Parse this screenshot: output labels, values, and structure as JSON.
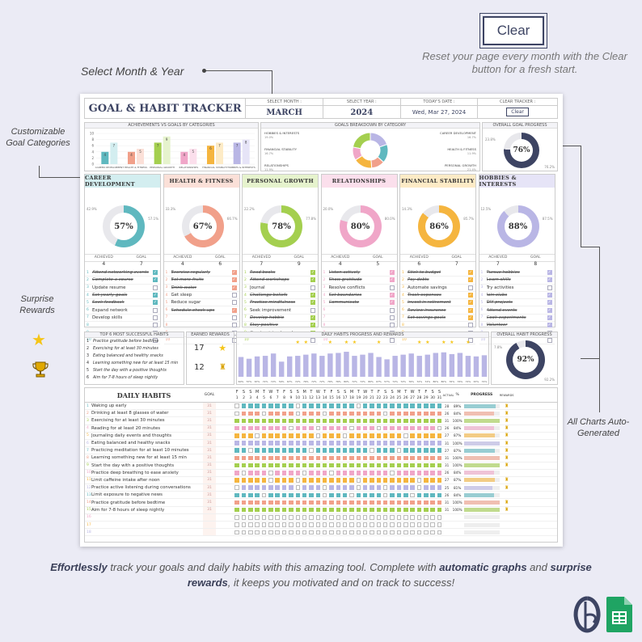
{
  "annotations": {
    "clear_button": "Clear",
    "reset_text": "Reset your page every month with the Clear button for a fresh start.",
    "select_text": "Select Month & Year",
    "custom_text": "Customizable Goal Categories",
    "surprise_text": "Surprise Rewards",
    "auto_text": "All Charts Auto-Generated",
    "tagline_1": "Effortlessly",
    "tagline_2": " track your goals and daily habits with this amazing tool. Complete with ",
    "tagline_3": "automatic graphs",
    "tagline_4": " and ",
    "tagline_5": "surprise rewards",
    "tagline_6": ", it keeps you motivated and on track to success!"
  },
  "header": {
    "title": "GOAL & HABIT TRACKER",
    "month_label": "SELECT MONTH :",
    "month": "MARCH",
    "year_label": "SELECT YEAR :",
    "year": "2024",
    "date_label": "TODAY'S DATE :",
    "date": "Wed, Mar 27, 2024",
    "clear_label": "CLEAR TRACKER :",
    "clear_btn": "Clear"
  },
  "sections": {
    "ach_vs_goals": "ACHIEVEMENTS VS GOALS BY CATEGORIES",
    "breakdown": "GOALS BREAKDOWN BY CATEGORY",
    "overall_goal": "OVERALL GOAL PROGRESS",
    "top6": "TOP 6 MOST SUCCESSFUL HABITS",
    "earned": "EARNED REWARDS",
    "daily_progress": "DAILY HABITS PROGRESS AND REWARDS",
    "overall_habit": "OVERALL HABIT PROGRESS",
    "daily_habits": "DAILY HABITS",
    "goal_col": "GOAL",
    "actual_col": "ACTUAL",
    "pct_col": "%",
    "progress_col": "PROGRESS",
    "rewards_col": "REWARDS"
  },
  "chart_data": {
    "type": "bar",
    "categories": [
      "CAREER DEVELOPMENT",
      "HEALTH & FITNESS",
      "PERSONAL GROWTH",
      "RELATIONSHIPS",
      "FINANCIAL STABILITY",
      "HOBBIES & INTERESTS"
    ],
    "series": [
      {
        "values": [
          4,
          4,
          7,
          4,
          6,
          7
        ]
      },
      {
        "values": [
          7,
          5,
          9,
          5,
          7,
          8
        ]
      }
    ],
    "ylim": [
      0,
      10
    ],
    "yticks": [
      "10",
      "8",
      "6",
      "4",
      "2",
      "0"
    ]
  },
  "breakdown_labels": [
    {
      "name": "HOBBIES & INTERESTS",
      "pct": "19.0%"
    },
    {
      "name": "CAREER DEVELOPMENT",
      "pct": "16.7%"
    },
    {
      "name": "HEALTH & FITNESS",
      "pct": "11.9%"
    },
    {
      "name": "FINANCIAL STABILITY",
      "pct": "16.7%"
    },
    {
      "name": "RELATIONSHIPS",
      "pct": "11.9%"
    },
    {
      "name": "PERSONAL GROWTH",
      "pct": "21.4%"
    }
  ],
  "overall_goal": {
    "value": "76%",
    "left": "23.8%",
    "right": "76.2%"
  },
  "categories": [
    {
      "name": "CAREER DEVELOPMENT",
      "color": "#5fb8bf",
      "head": "#d3eef0",
      "pct": "57%",
      "p": 0.57,
      "l": "42.9%",
      "r": "57.1%",
      "achieved": "4",
      "goal": "7",
      "achLabel": "ACHIEVED",
      "goalLabel": "GOAL",
      "items": [
        {
          "t": "Attend networking events",
          "d": true
        },
        {
          "t": "Complete a course",
          "d": true
        },
        {
          "t": "Update resume",
          "d": false
        },
        {
          "t": "Set yearly goals",
          "d": true
        },
        {
          "t": "Seek feedback",
          "d": true
        },
        {
          "t": "Expand network",
          "d": false
        },
        {
          "t": "Develop skills",
          "d": false
        },
        {
          "t": "",
          "d": false
        },
        {
          "t": "",
          "d": false
        },
        {
          "t": "",
          "d": false
        }
      ]
    },
    {
      "name": "HEALTH & FITNESS",
      "color": "#f1a08a",
      "head": "#fbe0d8",
      "pct": "67%",
      "p": 0.67,
      "l": "33.3%",
      "r": "66.7%",
      "achieved": "4",
      "goal": "6",
      "achLabel": "ACHIEVED",
      "goalLabel": "GOAL",
      "items": [
        {
          "t": "Exercise regularly",
          "d": true
        },
        {
          "t": "Eat more fruits",
          "d": true
        },
        {
          "t": "Drink water",
          "d": true
        },
        {
          "t": "Get sleep",
          "d": false
        },
        {
          "t": "Reduce sugar",
          "d": false
        },
        {
          "t": "Schedule check-ups",
          "d": true
        },
        {
          "t": "",
          "d": false
        },
        {
          "t": "",
          "d": false
        },
        {
          "t": "",
          "d": false
        },
        {
          "t": "",
          "d": false
        }
      ]
    },
    {
      "name": "PERSONAL GROWTH",
      "color": "#a4cf4f",
      "head": "#e6f3cd",
      "pct": "78%",
      "p": 0.78,
      "l": "22.2%",
      "r": "77.8%",
      "achieved": "7",
      "goal": "9",
      "achLabel": "ACHIEVED",
      "goalLabel": "GOAL",
      "items": [
        {
          "t": "Read books",
          "d": true
        },
        {
          "t": "Attend workshops",
          "d": true
        },
        {
          "t": "Journal",
          "d": false
        },
        {
          "t": "Challenge beliefs",
          "d": true
        },
        {
          "t": "Practice mindfulness",
          "d": true
        },
        {
          "t": "Seek improvement",
          "d": false
        },
        {
          "t": "Develop hobbie",
          "d": true
        },
        {
          "t": "Stay positive",
          "d": true
        },
        {
          "t": "Create vision board",
          "d": true
        },
        {
          "t": "",
          "d": false
        }
      ]
    },
    {
      "name": "RELATIONSHIPS",
      "color": "#f0a6c8",
      "head": "#fbdfec",
      "pct": "80%",
      "p": 0.8,
      "l": "20.0%",
      "r": "80.0%",
      "achieved": "4",
      "goal": "5",
      "achLabel": "ACHIEVED",
      "goalLabel": "GOAL",
      "items": [
        {
          "t": "Listen actively",
          "d": true
        },
        {
          "t": "Show gratitude",
          "d": true
        },
        {
          "t": "Resolve conflicts",
          "d": false
        },
        {
          "t": "Set boundaries",
          "d": true
        },
        {
          "t": "Communicate",
          "d": true
        },
        {
          "t": "",
          "d": false
        },
        {
          "t": "",
          "d": false
        },
        {
          "t": "",
          "d": false
        },
        {
          "t": "",
          "d": false
        },
        {
          "t": "",
          "d": false
        }
      ]
    },
    {
      "name": "FINANCIAL STABILITY",
      "color": "#f5b53f",
      "head": "#fdebc6",
      "pct": "86%",
      "p": 0.86,
      "l": "14.3%",
      "r": "85.7%",
      "achieved": "6",
      "goal": "7",
      "achLabel": "ACHIEVED",
      "goalLabel": "GOAL",
      "items": [
        {
          "t": "Stick to budget",
          "d": true
        },
        {
          "t": "Pay debts",
          "d": true
        },
        {
          "t": "Automate savings",
          "d": false
        },
        {
          "t": "Track expenses",
          "d": true
        },
        {
          "t": "Invest in retirement",
          "d": true
        },
        {
          "t": "Review insurance",
          "d": true
        },
        {
          "t": "Set savings goals",
          "d": true
        },
        {
          "t": "",
          "d": false
        },
        {
          "t": "",
          "d": false
        },
        {
          "t": "",
          "d": false
        }
      ]
    },
    {
      "name": "HOBBIES & INTERESTS",
      "color": "#b9b6e5",
      "head": "#e6e4f7",
      "pct": "88%",
      "p": 0.88,
      "l": "12.5%",
      "r": "87.5%",
      "achieved": "7",
      "goal": "8",
      "achLabel": "ACHIEVED",
      "goalLabel": "GOAL",
      "items": [
        {
          "t": "Pursue hobbies",
          "d": true
        },
        {
          "t": "Learn skills",
          "d": true
        },
        {
          "t": "Try activities",
          "d": false
        },
        {
          "t": "Join clubs",
          "d": true
        },
        {
          "t": "DIY projects",
          "d": true
        },
        {
          "t": "Attend events",
          "d": true
        },
        {
          "t": "Cook experiments",
          "d": true
        },
        {
          "t": "Volunteer",
          "d": true
        },
        {
          "t": "",
          "d": false
        },
        {
          "t": "",
          "d": false
        }
      ]
    }
  ],
  "top6": [
    "Practice gratitude before bedtime",
    "Exercising for at least 30 minutes",
    "Eating balanced and healthy snacks",
    "Learning something new for at least 15 min",
    "Start the day with a positive thoughts",
    "Aim for 7-8 hours of sleep nightly"
  ],
  "rewards": [
    {
      "count": "17",
      "icon": "star-icon"
    },
    {
      "count": "12",
      "icon": "trophy-icon"
    }
  ],
  "daily_bars": [
    0.68,
    0.62,
    0.7,
    0.72,
    0.8,
    0.52,
    0.7,
    0.72,
    0.76,
    0.8,
    0.72,
    0.8,
    0.82,
    0.86,
    0.72,
    0.76,
    0.82,
    0.68,
    0.6,
    0.72,
    0.76,
    0.8,
    0.72,
    0.76,
    0.82,
    0.84,
    0.78,
    0.82,
    0.72,
    0.7,
    0.74
  ],
  "daily_pct": [
    "60%",
    "57%",
    "67%",
    "72%",
    "72%",
    "50%",
    "67%",
    "72%",
    "76%",
    "72%",
    "72%",
    "76%",
    "76%",
    "80%",
    "72%",
    "72%",
    "80%",
    "67%",
    "57%",
    "72%",
    "72%",
    "76%",
    "72%",
    "72%",
    "80%",
    "80%",
    "76%",
    "76%",
    "72%",
    "67%",
    "72%"
  ],
  "daily_stars": [
    false,
    false,
    false,
    false,
    false,
    false,
    false,
    true,
    true,
    false,
    false,
    true,
    false,
    true,
    true,
    false,
    false,
    true,
    false,
    false,
    false,
    false,
    true,
    true,
    false,
    true,
    true,
    false,
    true,
    false,
    false
  ],
  "overall_habit": {
    "value": "92%",
    "left": "7.8%",
    "right": "92.2%"
  },
  "weekdays": [
    "F",
    "S",
    "S",
    "M",
    "T",
    "W",
    "T",
    "F",
    "S",
    "S",
    "M",
    "T",
    "W",
    "T",
    "F",
    "S",
    "S",
    "M",
    "T",
    "W",
    "T",
    "F",
    "S",
    "S",
    "M",
    "T",
    "W",
    "T",
    "F",
    "S",
    "S"
  ],
  "day_numbers": [
    "1",
    "2",
    "3",
    "4",
    "5",
    "6",
    "7",
    "8",
    "9",
    "10",
    "11",
    "12",
    "13",
    "14",
    "15",
    "16",
    "17",
    "18",
    "19",
    "20",
    "21",
    "22",
    "23",
    "24",
    "25",
    "26",
    "27",
    "28",
    "29",
    "30",
    "31"
  ],
  "habits": [
    {
      "n": "1",
      "name": "Waking up early",
      "goal": "31",
      "color": "#5fb8bf",
      "actual": "28",
      "pct": "89%",
      "p": 0.89,
      "reward": true
    },
    {
      "n": "2",
      "name": "Drinking at least 8 glasses of water",
      "goal": "31",
      "color": "#f1a08a",
      "actual": "26",
      "pct": "84%",
      "p": 0.84,
      "reward": true
    },
    {
      "n": "3",
      "name": "Exercising for at least 30 minutes",
      "goal": "31",
      "color": "#a4cf4f",
      "actual": "31",
      "pct": "100%",
      "p": 1.0,
      "reward": true
    },
    {
      "n": "4",
      "name": "Reading for at least 20 minutes",
      "goal": "31",
      "color": "#f0a6c8",
      "actual": "26",
      "pct": "84%",
      "p": 0.84,
      "reward": true
    },
    {
      "n": "5",
      "name": "Journaling daily events and thoughts",
      "goal": "31",
      "color": "#f5b53f",
      "actual": "27",
      "pct": "87%",
      "p": 0.87,
      "reward": true
    },
    {
      "n": "6",
      "name": "Eating balanced and healthy snacks",
      "goal": "31",
      "color": "#b9b6e5",
      "actual": "31",
      "pct": "100%",
      "p": 1.0,
      "reward": true
    },
    {
      "n": "7",
      "name": "Practicing meditation for at least 10 minutes",
      "goal": "31",
      "color": "#5fb8bf",
      "actual": "27",
      "pct": "87%",
      "p": 0.87,
      "reward": true
    },
    {
      "n": "8",
      "name": "Learning something new for at least 15 min",
      "goal": "31",
      "color": "#f1a08a",
      "actual": "31",
      "pct": "100%",
      "p": 1.0,
      "reward": true
    },
    {
      "n": "9",
      "name": "Start the day with a positive thoughts",
      "goal": "31",
      "color": "#a4cf4f",
      "actual": "31",
      "pct": "100%",
      "p": 1.0,
      "reward": true
    },
    {
      "n": "10",
      "name": "Practice deep breathing to ease anxiety",
      "goal": "31",
      "color": "#f0a6c8",
      "actual": "26",
      "pct": "84%",
      "p": 0.84,
      "reward": false
    },
    {
      "n": "11",
      "name": "Limit caffeine intake after noon",
      "goal": "31",
      "color": "#f5b53f",
      "actual": "27",
      "pct": "87%",
      "p": 0.87,
      "reward": true
    },
    {
      "n": "12",
      "name": "Practice active listening during conversations",
      "goal": "31",
      "color": "#b9b6e5",
      "actual": "25",
      "pct": "81%",
      "p": 0.81,
      "reward": true
    },
    {
      "n": "13",
      "name": "Limit exposure to negative news",
      "goal": "31",
      "color": "#5fb8bf",
      "actual": "26",
      "pct": "84%",
      "p": 0.84,
      "reward": false
    },
    {
      "n": "14",
      "name": "Practice gratitude before bedtime",
      "goal": "31",
      "color": "#f1a08a",
      "actual": "31",
      "pct": "100%",
      "p": 1.0,
      "reward": true
    },
    {
      "n": "15",
      "name": "Aim for 7-8 hours of sleep nightly",
      "goal": "31",
      "color": "#a4cf4f",
      "actual": "31",
      "pct": "100%",
      "p": 1.0,
      "reward": true
    },
    {
      "n": "16",
      "name": "",
      "goal": "",
      "color": "#f0a6c8",
      "actual": "",
      "pct": "",
      "p": 0,
      "reward": false
    },
    {
      "n": "17",
      "name": "",
      "goal": "",
      "color": "#f5b53f",
      "actual": "",
      "pct": "",
      "p": 0,
      "reward": false
    },
    {
      "n": "18",
      "name": "",
      "goal": "",
      "color": "#b9b6e5",
      "actual": "",
      "pct": "",
      "p": 0,
      "reward": false
    }
  ]
}
